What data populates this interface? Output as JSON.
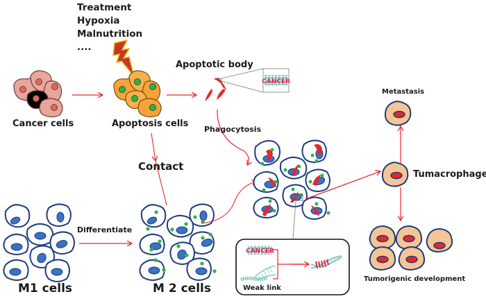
{
  "stimuli": {
    "items": [
      "Treatment",
      "Hypoxia",
      "Malnutrition",
      "...."
    ]
  },
  "labels": {
    "cancer_cells": "Cancer cells",
    "apoptosis_cells": "Apoptosis cells",
    "apoptotic_body": "Apoptotic body",
    "phagocytosis": "Phagocytosis",
    "contact": "Contact",
    "differentiate": "Differentiate",
    "m1_cells": "M1 cells",
    "m2_cells": "M 2 cells",
    "metastasis": "Metastasis",
    "tumacrophage": "Tumacrophage",
    "tumorigenic_development": "Tumorigenic development",
    "weak_link": "Weak link"
  },
  "dna_text": "CANCER",
  "colors": {
    "arrow": "#e8262a",
    "cell_outline": "#1f3e7a",
    "nucleus_blue": "#3a72c4",
    "green_granule": "#2db34a",
    "cancer_cell_fill": "#e9a59a",
    "cancer_nucleus": "#d96b5e",
    "apoptosis_fill": "#f5a33a",
    "tumor_fill": "#f6c596",
    "tumor_nucleus": "#e8262a",
    "dna_teal": "#7fc9c2",
    "lightning": "#c0392b",
    "lightning_edge": "#f5b800"
  }
}
